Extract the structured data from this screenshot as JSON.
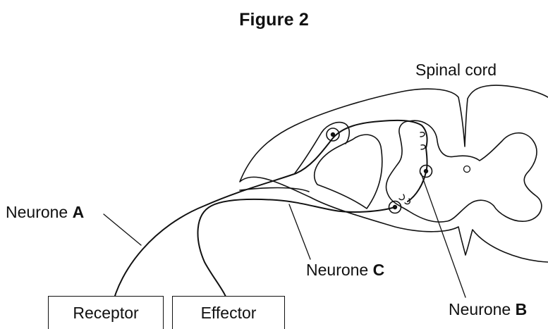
{
  "figure": {
    "title": "Figure 2",
    "labels": {
      "spinal_cord": "Spinal cord",
      "neurone_a_prefix": "Neurone ",
      "neurone_a_letter": "A",
      "neurone_b_prefix": "Neurone ",
      "neurone_b_letter": "B",
      "neurone_c_prefix": "Neurone ",
      "neurone_c_letter": "C"
    },
    "boxes": {
      "receptor": "Receptor",
      "effector": "Effector"
    }
  }
}
